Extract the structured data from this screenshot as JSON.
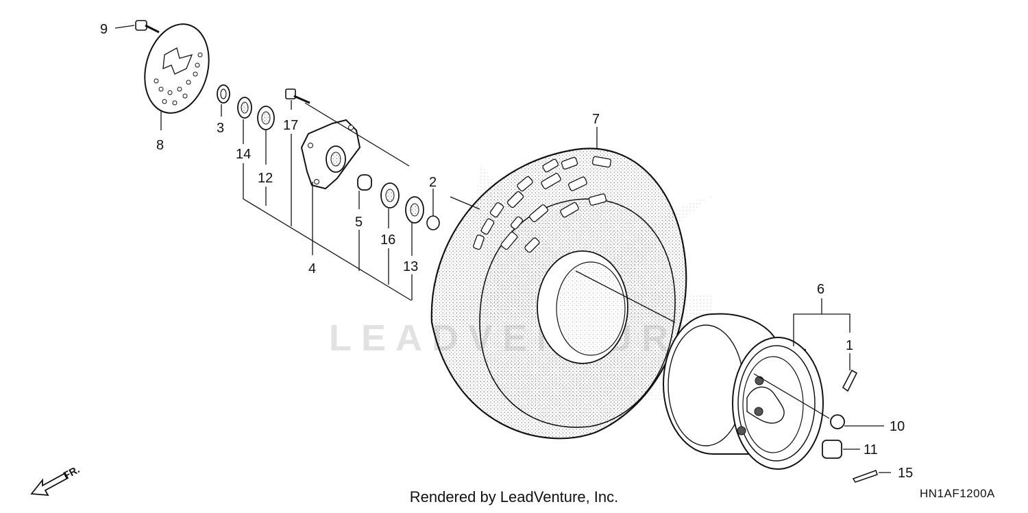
{
  "diagram": {
    "callouts": {
      "p1": "1",
      "p2": "2",
      "p3": "3",
      "p4": "4",
      "p5": "5",
      "p6": "6",
      "p7": "7",
      "p8": "8",
      "p9": "9",
      "p10": "10",
      "p11": "11",
      "p12": "12",
      "p13": "13",
      "p14": "14",
      "p15": "15",
      "p16": "16",
      "p17": "17"
    },
    "direction_label": "FR.",
    "diagram_code": "HN1AF1200A",
    "footer": "Rendered by LeadVenture, Inc.",
    "watermark_text": "LEADVENTURE",
    "watermark_logo": "HONDA"
  },
  "colors": {
    "ink": "#111111",
    "stipple": "#8a8a8a",
    "watermark": "#e2e2e2"
  }
}
